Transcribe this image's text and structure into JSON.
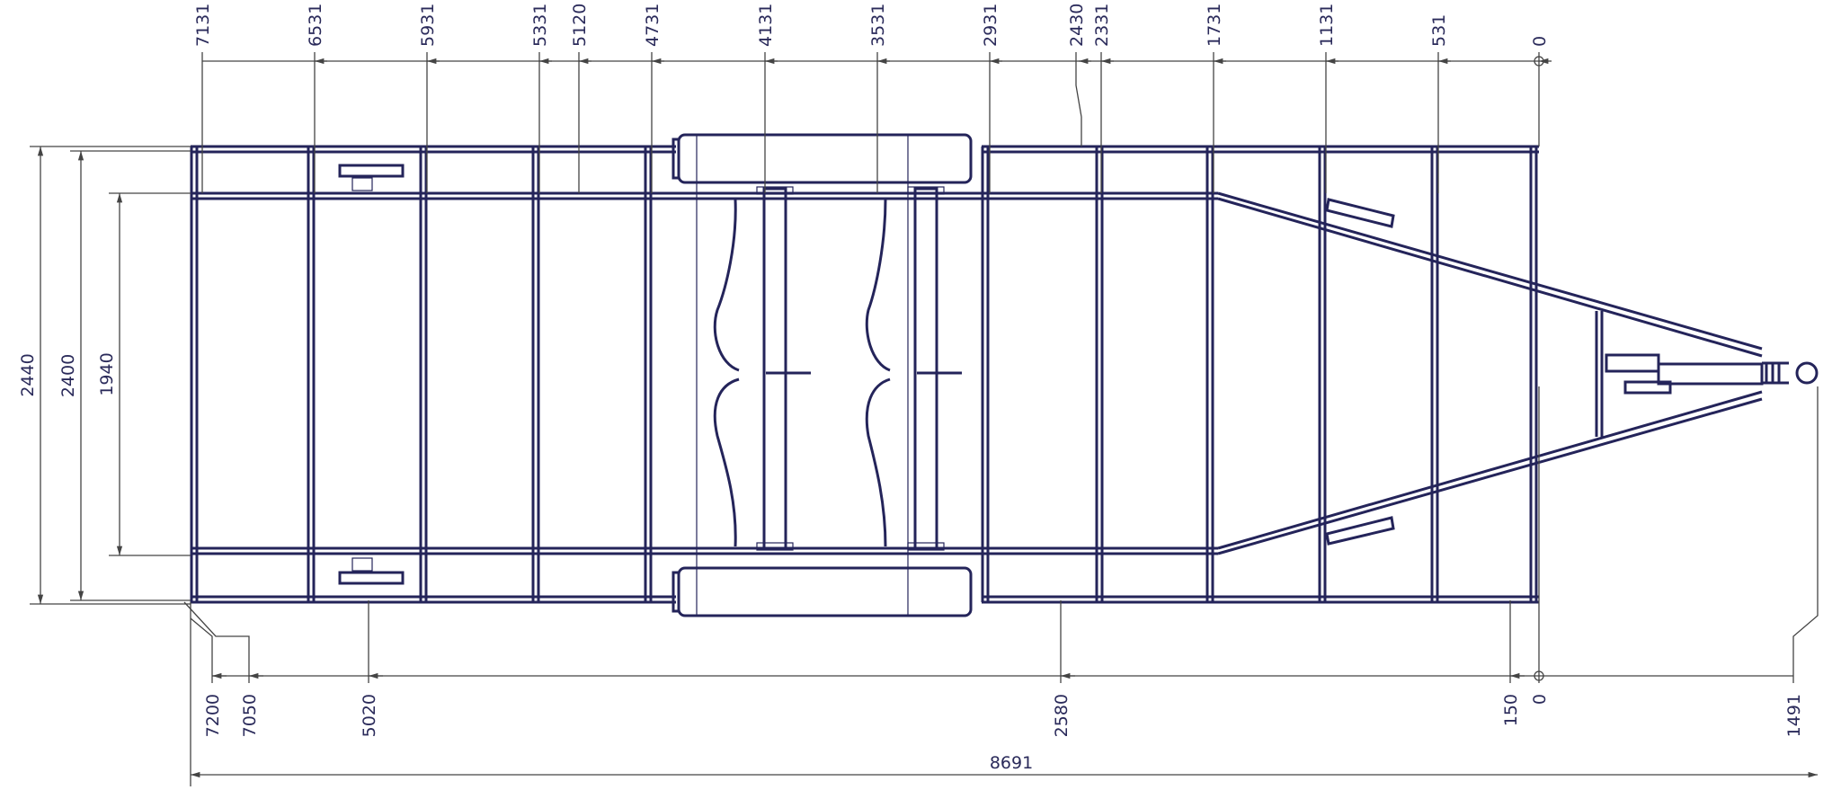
{
  "drawing": {
    "title": "Trailer chassis top view",
    "line_color": "#24245a",
    "dim_color": "#444444",
    "top_dimensions": [
      "7131",
      "6531",
      "5931",
      "5331",
      "5120",
      "4731",
      "4131",
      "3531",
      "2931",
      "2430",
      "2331",
      "1731",
      "1131",
      "531",
      "0"
    ],
    "bottom_dimensions": [
      "7200",
      "7050",
      "5020",
      "2580",
      "150",
      "0",
      "1491"
    ],
    "left_dimensions": [
      "2440",
      "2400",
      "1940"
    ],
    "overall_length": "8691"
  }
}
